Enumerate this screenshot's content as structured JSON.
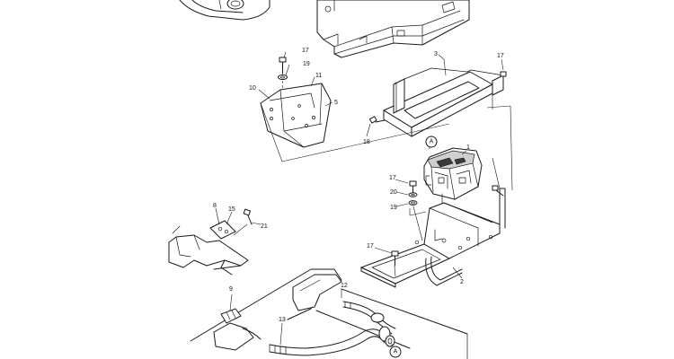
{
  "callouts": [
    {
      "id": "c1",
      "text": "1"
    },
    {
      "id": "c2",
      "text": "2"
    },
    {
      "id": "c3",
      "text": "3"
    },
    {
      "id": "c5",
      "text": "5"
    },
    {
      "id": "c8",
      "text": "8"
    },
    {
      "id": "c9",
      "text": "9"
    },
    {
      "id": "c10",
      "text": "10"
    },
    {
      "id": "c11",
      "text": "11"
    },
    {
      "id": "c12",
      "text": "12"
    },
    {
      "id": "c13",
      "text": "13"
    },
    {
      "id": "c15",
      "text": "15"
    },
    {
      "id": "c17a",
      "text": "17"
    },
    {
      "id": "c17b",
      "text": "17"
    },
    {
      "id": "c17c",
      "text": "17"
    },
    {
      "id": "c17d",
      "text": "17"
    },
    {
      "id": "c18",
      "text": "18"
    },
    {
      "id": "c19a",
      "text": "19"
    },
    {
      "id": "c19b",
      "text": "19"
    },
    {
      "id": "c20",
      "text": "20"
    },
    {
      "id": "c21",
      "text": "21"
    }
  ],
  "connectors": [
    {
      "id": "a1",
      "text": "A"
    },
    {
      "id": "a2",
      "text": "A"
    }
  ]
}
